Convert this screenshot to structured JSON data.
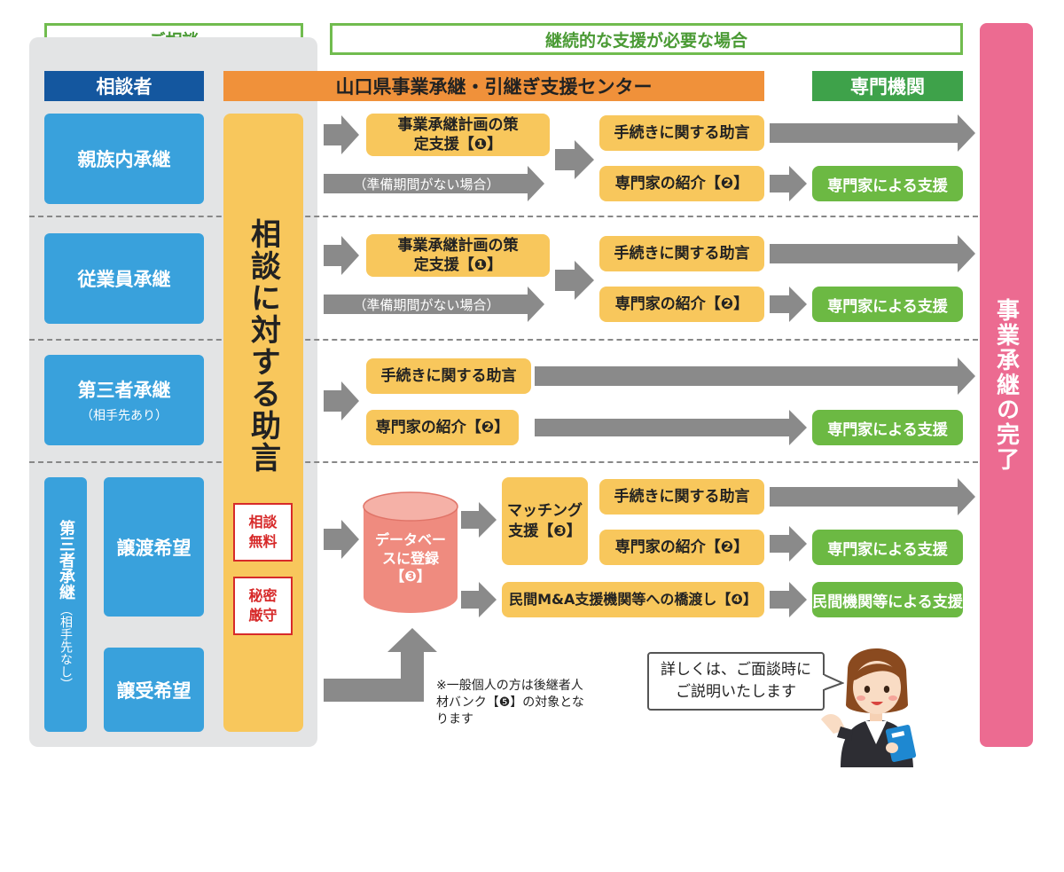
{
  "headers": {
    "consult": "ご相談",
    "continuous": "継続的な支援が必要な場合",
    "consulter": "相談者",
    "center": "山口県事業承継・引継ぎ支援センター",
    "specialist": "専門機関"
  },
  "completion": "事業承継の完了",
  "advice_column": "相談に対する助言",
  "badges": {
    "free": "相談無料",
    "secret": "秘密厳守"
  },
  "rows": {
    "r1": {
      "label": "親族内承継"
    },
    "r2": {
      "label": "従業員承継"
    },
    "r3": {
      "label": "第三者承継",
      "sub": "（相手先あり）"
    },
    "r4": {
      "label": "第三者承継",
      "sub": "（相手先なし）",
      "transfer": "譲渡希望",
      "receive": "譲受希望"
    }
  },
  "boxes": {
    "plan": "事業承継計画の策定支援【❶】",
    "procedure": "手続きに関する助言",
    "expert_intro": "専門家の紹介【❷】",
    "expert_support": "専門家による支援",
    "no_prep": "（準備期間がない場合）",
    "database": "データベースに登録【❸】",
    "matching": "マッチング支援【❸】",
    "ma_bridge": "民間M&A支援機関等への橋渡し【❹】",
    "private_support": "民間機関等による支援"
  },
  "note": "※一般個人の方は後継者人材バンク【❺】の対象となります",
  "bubble": "詳しくは、ご面談時にご説明いたします",
  "colors": {
    "navy": "#14579f",
    "orange": "#f0913a",
    "green": "#3ea24a",
    "light_green": "#6cb943",
    "blue": "#39a1dc",
    "yellow": "#f8c75c",
    "pink": "#ec6b91",
    "red": "#d72a2a",
    "salmon": "#ef8b7f",
    "gray": "#8a8a8a"
  }
}
